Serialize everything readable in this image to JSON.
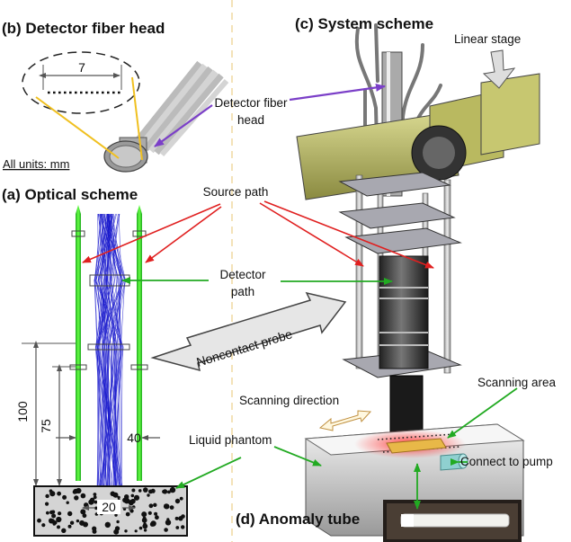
{
  "panels": {
    "b_title": "(b) Detector fiber head",
    "a_title": "(a) Optical scheme",
    "c_title": "(c) System  scheme",
    "d_title": "(d) Anomaly tube"
  },
  "labels": {
    "units": "All units: mm",
    "linear_stage": "Linear stage",
    "detector_fiber_head_1": "Detector fiber",
    "detector_fiber_head_2": "head",
    "source_path": "Source path",
    "detector_path_1": "Detector",
    "detector_path_2": "path",
    "noncontact_probe": "Noncontact probe",
    "scanning_direction": "Scanning direction",
    "scanning_area": "Scanning area",
    "liquid_phantom": "Liquid phantom",
    "connect_to_pump": "Connect to pump"
  },
  "dimensions": {
    "fiber_width": "7",
    "height_100": "100",
    "height_75": "75",
    "spacing_40": "40",
    "width_20": "20"
  },
  "colors": {
    "detector_green": "#22cc22",
    "source_red": "#e02020",
    "beam_blue": "#1a1acc",
    "arrow_purple": "#7b3fc8",
    "fiber_yellow": "#f0c020",
    "stage_olive": "#b8b86a"
  }
}
